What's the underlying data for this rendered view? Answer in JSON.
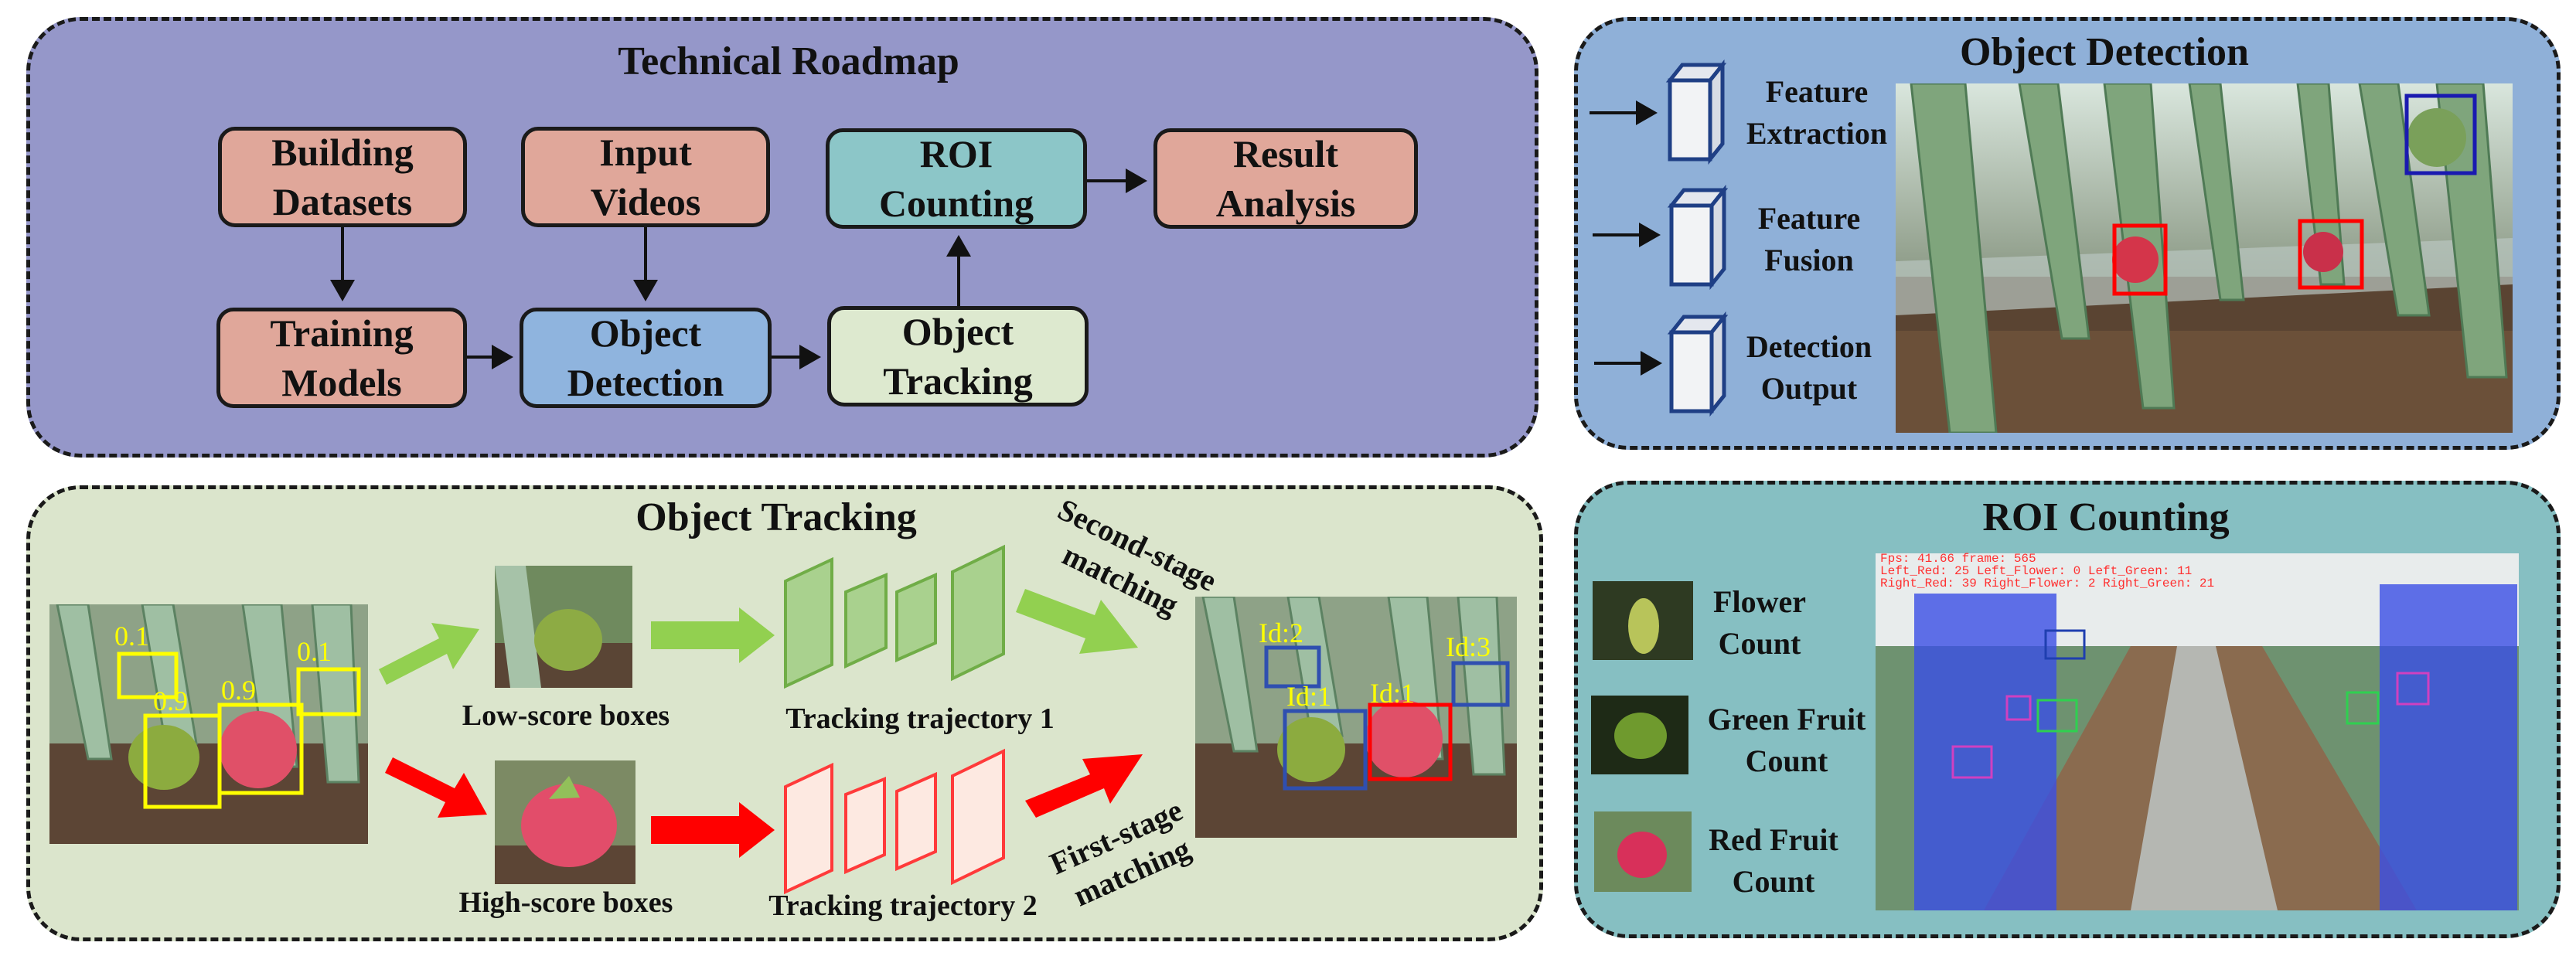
{
  "roadmap": {
    "title": "Technical Roadmap",
    "nodes": {
      "building_datasets": "Building\nDatasets",
      "input_videos": "Input\nVideos",
      "roi_counting": "ROI\nCounting",
      "result_analysis": "Result\nAnalysis",
      "training_models": "Training\nModels",
      "object_detection": "Object\nDetection",
      "object_tracking": "Object\nTracking"
    }
  },
  "detection": {
    "title": "Object Detection",
    "stages": [
      "Feature\nExtraction",
      "Feature\nFusion",
      "Detection\nOutput"
    ]
  },
  "tracking": {
    "title": "Object Tracking",
    "scores": [
      "0.1",
      "0.9",
      "0.9",
      "0.1"
    ],
    "low_label": "Low-score boxes",
    "high_label": "High-score boxes",
    "traj1": "Tracking trajectory 1",
    "traj2": "Tracking trajectory 2",
    "second_stage": "Second-stage\nmatching",
    "first_stage": "First-stage\nmatching",
    "ids": [
      "Id:2",
      "Id:3",
      "Id:1",
      "Id:1"
    ]
  },
  "roi": {
    "title": "ROI Counting",
    "legend": [
      "Flower\nCount",
      "Green Fruit\nCount",
      "Red Fruit\nCount"
    ],
    "overlay": [
      "Fps: 41.66 frame: 565",
      "Left_Red: 25 Left_Flower: 0 Left_Green: 11",
      "Right_Red: 39 Right_Flower: 2 Right_Green: 21"
    ]
  },
  "colors": {
    "roadmap_bg": "#9597c9",
    "detection_bg": "#8fb0d8",
    "tracking_bg": "#dbe5cc",
    "roi_bg": "#86bfc2",
    "node_pink": "#e0a79a",
    "node_blue": "#8fb4de",
    "node_teal": "#8cc6c8",
    "node_green": "#dde9cf",
    "arrow_green": "#92d050",
    "arrow_red": "#ff0000"
  }
}
